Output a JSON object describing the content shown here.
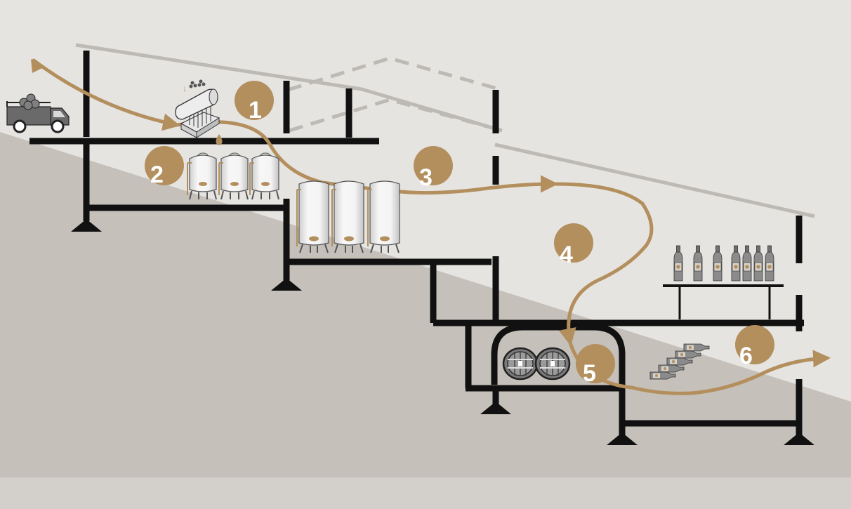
{
  "colors": {
    "background": "#e6e4e1",
    "hillside": "#c5c0ba",
    "bottom_band": "#d3cfca",
    "structure": "#111111",
    "roof": "#bdbab5",
    "accent": "#b38f5e",
    "tank": "#f1f1f1"
  },
  "icons": [
    "delivery-truck-icon",
    "grape-sorting-machine-icon",
    "juice-drop-icon",
    "small-steel-tank-icon",
    "large-steel-tank-icon",
    "oak-barrel-icon",
    "wine-bottle-icon",
    "stacked-bottles-icon"
  ],
  "steps": [
    {
      "number": "1"
    },
    {
      "number": "2"
    },
    {
      "number": "3"
    },
    {
      "number": "4"
    },
    {
      "number": "5"
    },
    {
      "number": "6"
    }
  ]
}
